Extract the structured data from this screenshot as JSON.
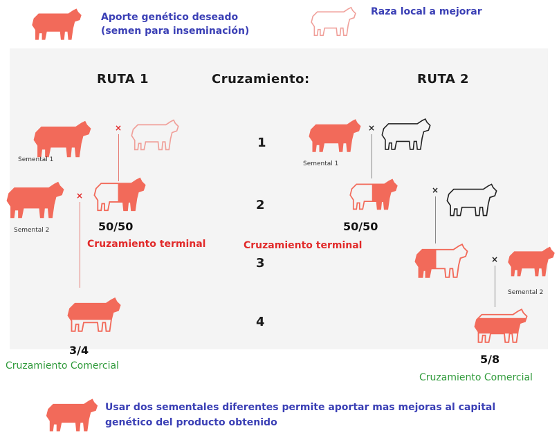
{
  "legend": {
    "desired_text_line1": "Aporte genético deseado",
    "desired_text_line2": "(semen para inseminación)",
    "local_text": "Raza local a mejorar",
    "footer_line1": "Usar dos sementales diferentes permite aportar mas mejoras al capital",
    "footer_line2": "genético del producto obtenido"
  },
  "headers": {
    "route1": "RUTA 1",
    "crossing": "Cruzamiento:",
    "route2": "RUTA 2"
  },
  "steps": [
    "1",
    "2",
    "3",
    "4"
  ],
  "route1": {
    "sire1_label": "Semental 1",
    "sire2_label": "Semental 2",
    "cross_mark": "×",
    "fraction_f1": "50/50",
    "terminal_label": "Cruzamiento terminal",
    "fraction_final": "3/4",
    "commercial_label": "Cruzamiento Comercial"
  },
  "route2": {
    "sire1_label": "Semental 1",
    "sire2_label": "Semental 2",
    "cross_mark": "×",
    "fraction_f1": "50/50",
    "terminal_label": "Cruzamiento terminal",
    "fraction_final": "5/8",
    "commercial_label": "Cruzamiento Comercial"
  },
  "colors": {
    "cow_red": "#f26a5a",
    "outline_pink": "#f0a09a",
    "outline_black": "#222222",
    "title_blue": "#3a3fb5",
    "terminal_red": "#e12a2a",
    "commercial_green": "#2f9a3a"
  },
  "icons": [
    "red-cow-icon",
    "pink-outline-cow-icon",
    "black-outline-cow-icon",
    "half-red-cow-icon"
  ]
}
